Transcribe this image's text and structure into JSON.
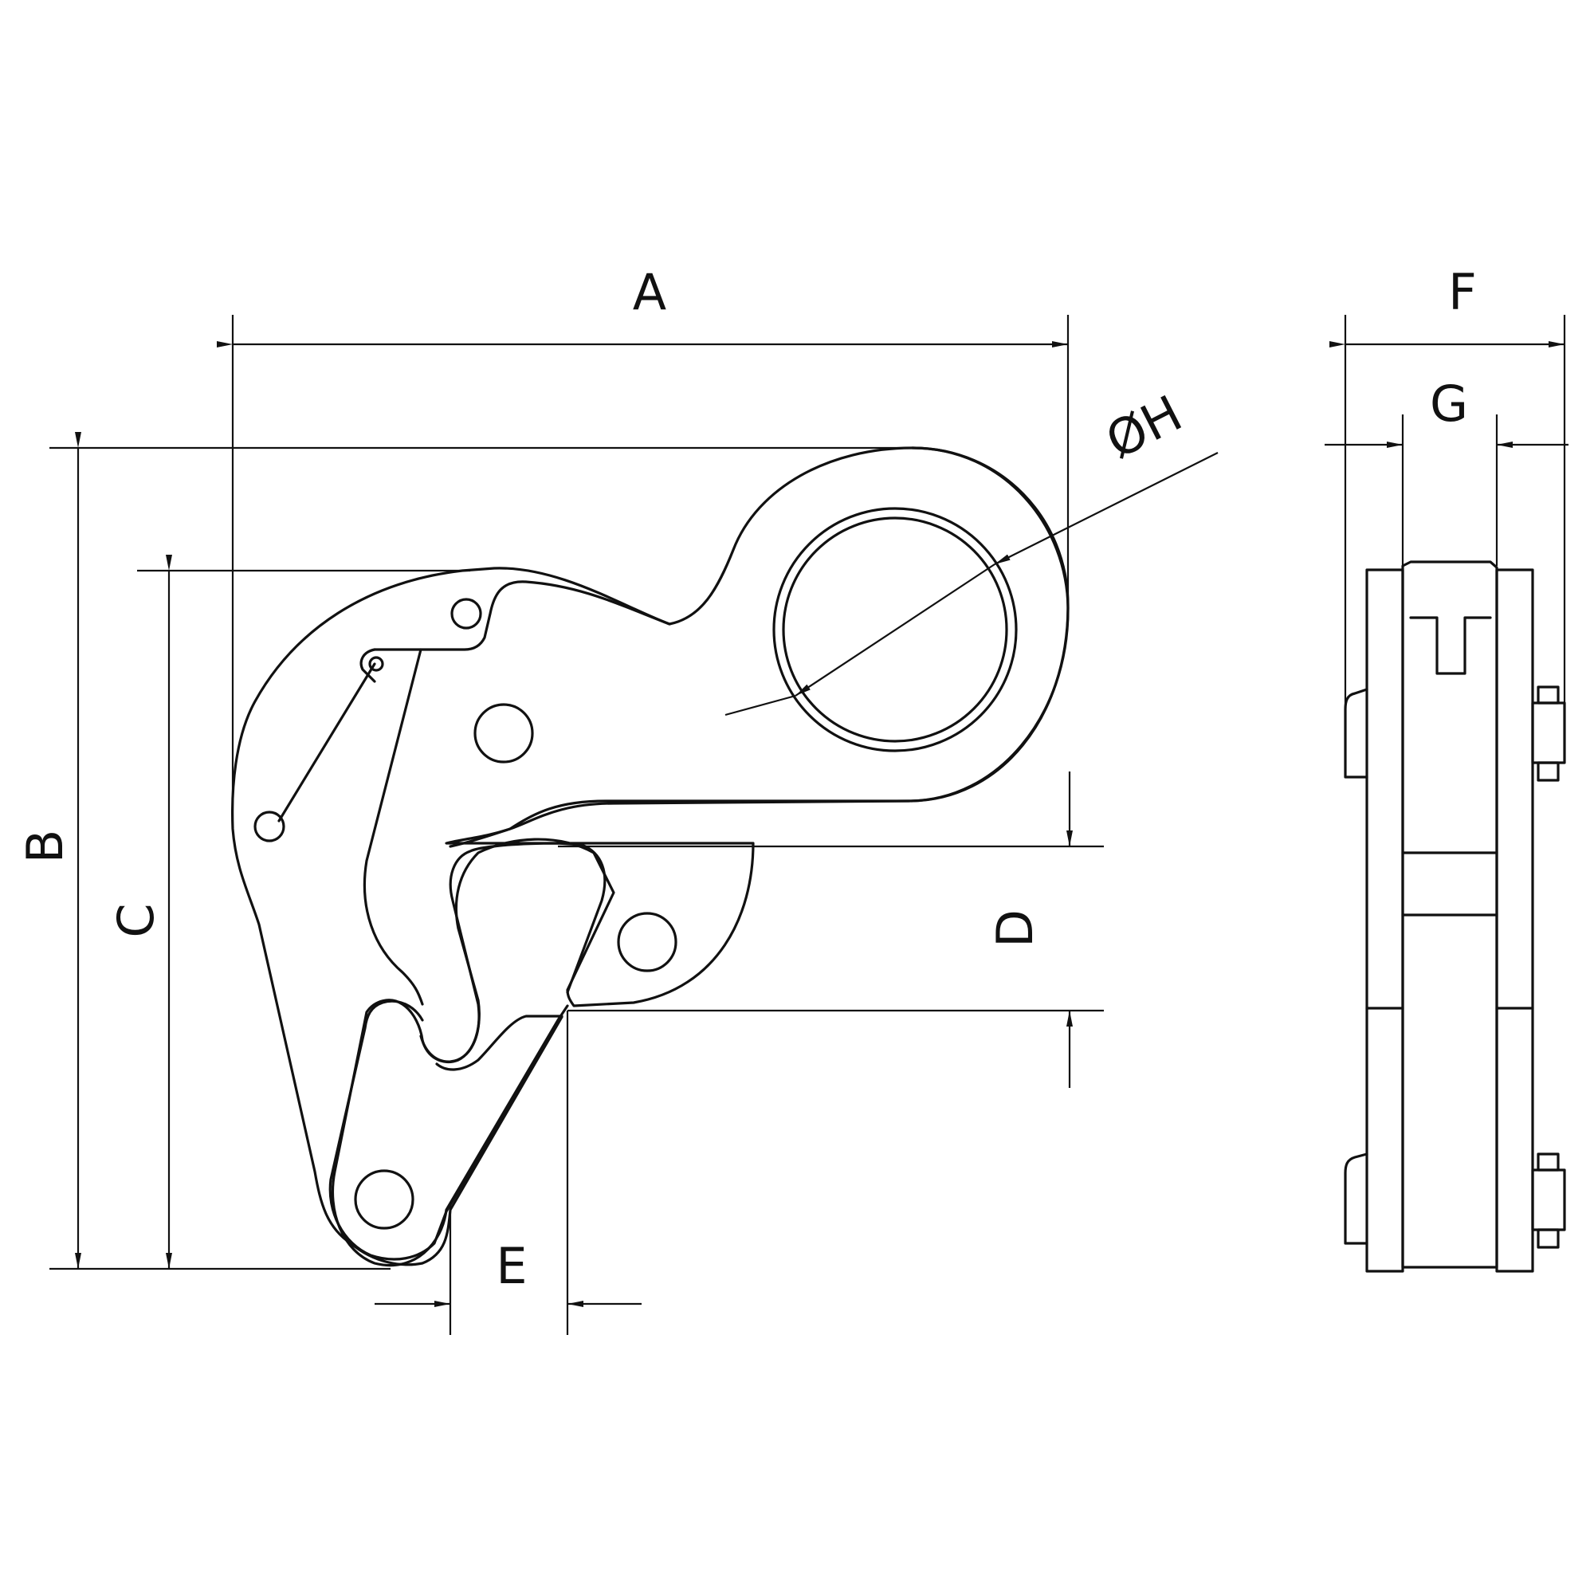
{
  "labels": {
    "A": "A",
    "B": "B",
    "C": "C",
    "D": "D",
    "E": "E",
    "F": "F",
    "G": "G",
    "H": "ØH"
  },
  "colors": {
    "line": "#111111",
    "background": "#ffffff"
  }
}
